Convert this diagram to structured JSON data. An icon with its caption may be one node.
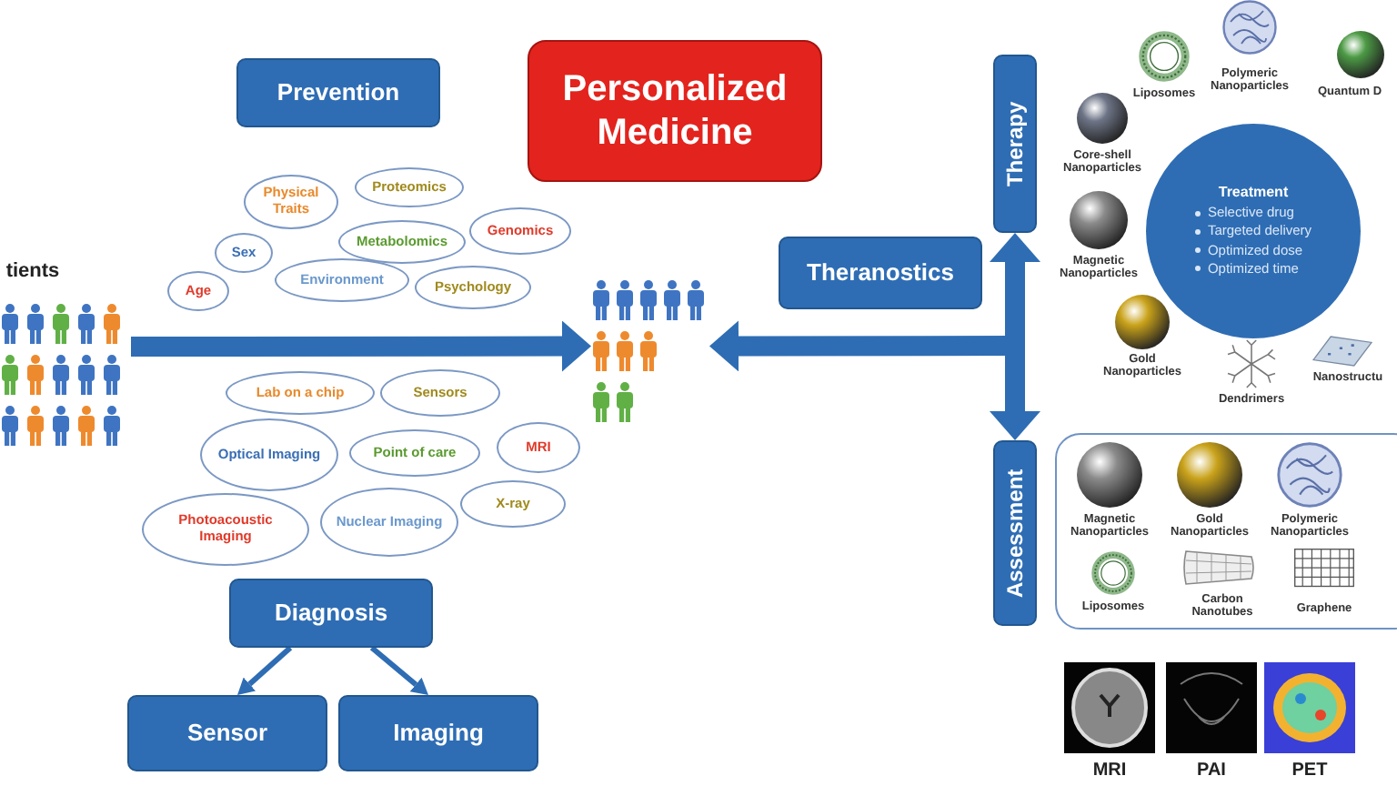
{
  "diagram": {
    "nodes": [
      {
        "text": [
          "Prevention"
        ]
      },
      {
        "text": [
          "Personalized Medicine"
        ]
      },
      {
        "text": [
          "Therapy"
        ]
      },
      {
        "text": [
          "Theranostics"
        ]
      },
      {
        "text": [
          "Assessment"
        ]
      },
      {
        "text": [
          "Diagnosis"
        ]
      },
      {
        "text": [
          "Sensor"
        ]
      },
      {
        "text": [
          "Imaging"
        ]
      },
      {
        "text": [],
        "shape": "person"
      },
      {
        "text": [],
        "shape": "person"
      },
      {
        "text": [
          "Treatment",
          "Selective drug",
          "Targeted delivery",
          "Optimized dose",
          "Optimized time"
        ]
      },
      {
        "text": [
          "Physical Traits"
        ]
      },
      {
        "text": [
          "Proteomics"
        ]
      },
      {
        "text": [
          "Sex"
        ]
      },
      {
        "text": [
          "Metabolomics"
        ]
      },
      {
        "text": [
          "Genomics"
        ]
      },
      {
        "text": [
          "Age"
        ]
      },
      {
        "text": [
          "Environment"
        ]
      },
      {
        "text": [
          "Psychology"
        ]
      },
      {
        "text": [
          "Lab on a chip"
        ]
      },
      {
        "text": [
          "Sensors"
        ]
      },
      {
        "text": [
          "Optical Imaging"
        ]
      },
      {
        "text": [
          "Point of care"
        ]
      },
      {
        "text": [
          "MRI"
        ]
      },
      {
        "text": [
          "Photoacoustic Imaging"
        ]
      },
      {
        "text": [
          "Nuclear Imaging"
        ]
      },
      {
        "text": [
          "X-ray"
        ]
      }
    ],
    "edges": [
      {
        "from": 8,
        "to": 9,
        "arrow": "to"
      },
      {
        "from": null,
        "to": 9,
        "arrow": "to"
      },
      {
        "from": 2,
        "to": 4,
        "arrow": "both"
      },
      {
        "from": 5,
        "to": 6,
        "arrow": "to"
      },
      {
        "from": 5,
        "to": 7,
        "arrow": "to"
      }
    ],
    "labels": [
      "tients",
      "Liposomes",
      "Polymeric Nanoparticles",
      "Quantum D",
      "Core-shell Nanoparticles",
      "Magnetic Nanoparticles",
      "Gold Nanoparticles",
      "Dendrimers",
      "Nanostructu",
      "Magnetic Nanoparticles",
      "Gold Nanoparticles",
      "Polymeric Nanoparticles",
      "Liposomes",
      "Carbon Nanotubes",
      "Graphene",
      "MRI",
      "PAI",
      "PET"
    ]
  }
}
